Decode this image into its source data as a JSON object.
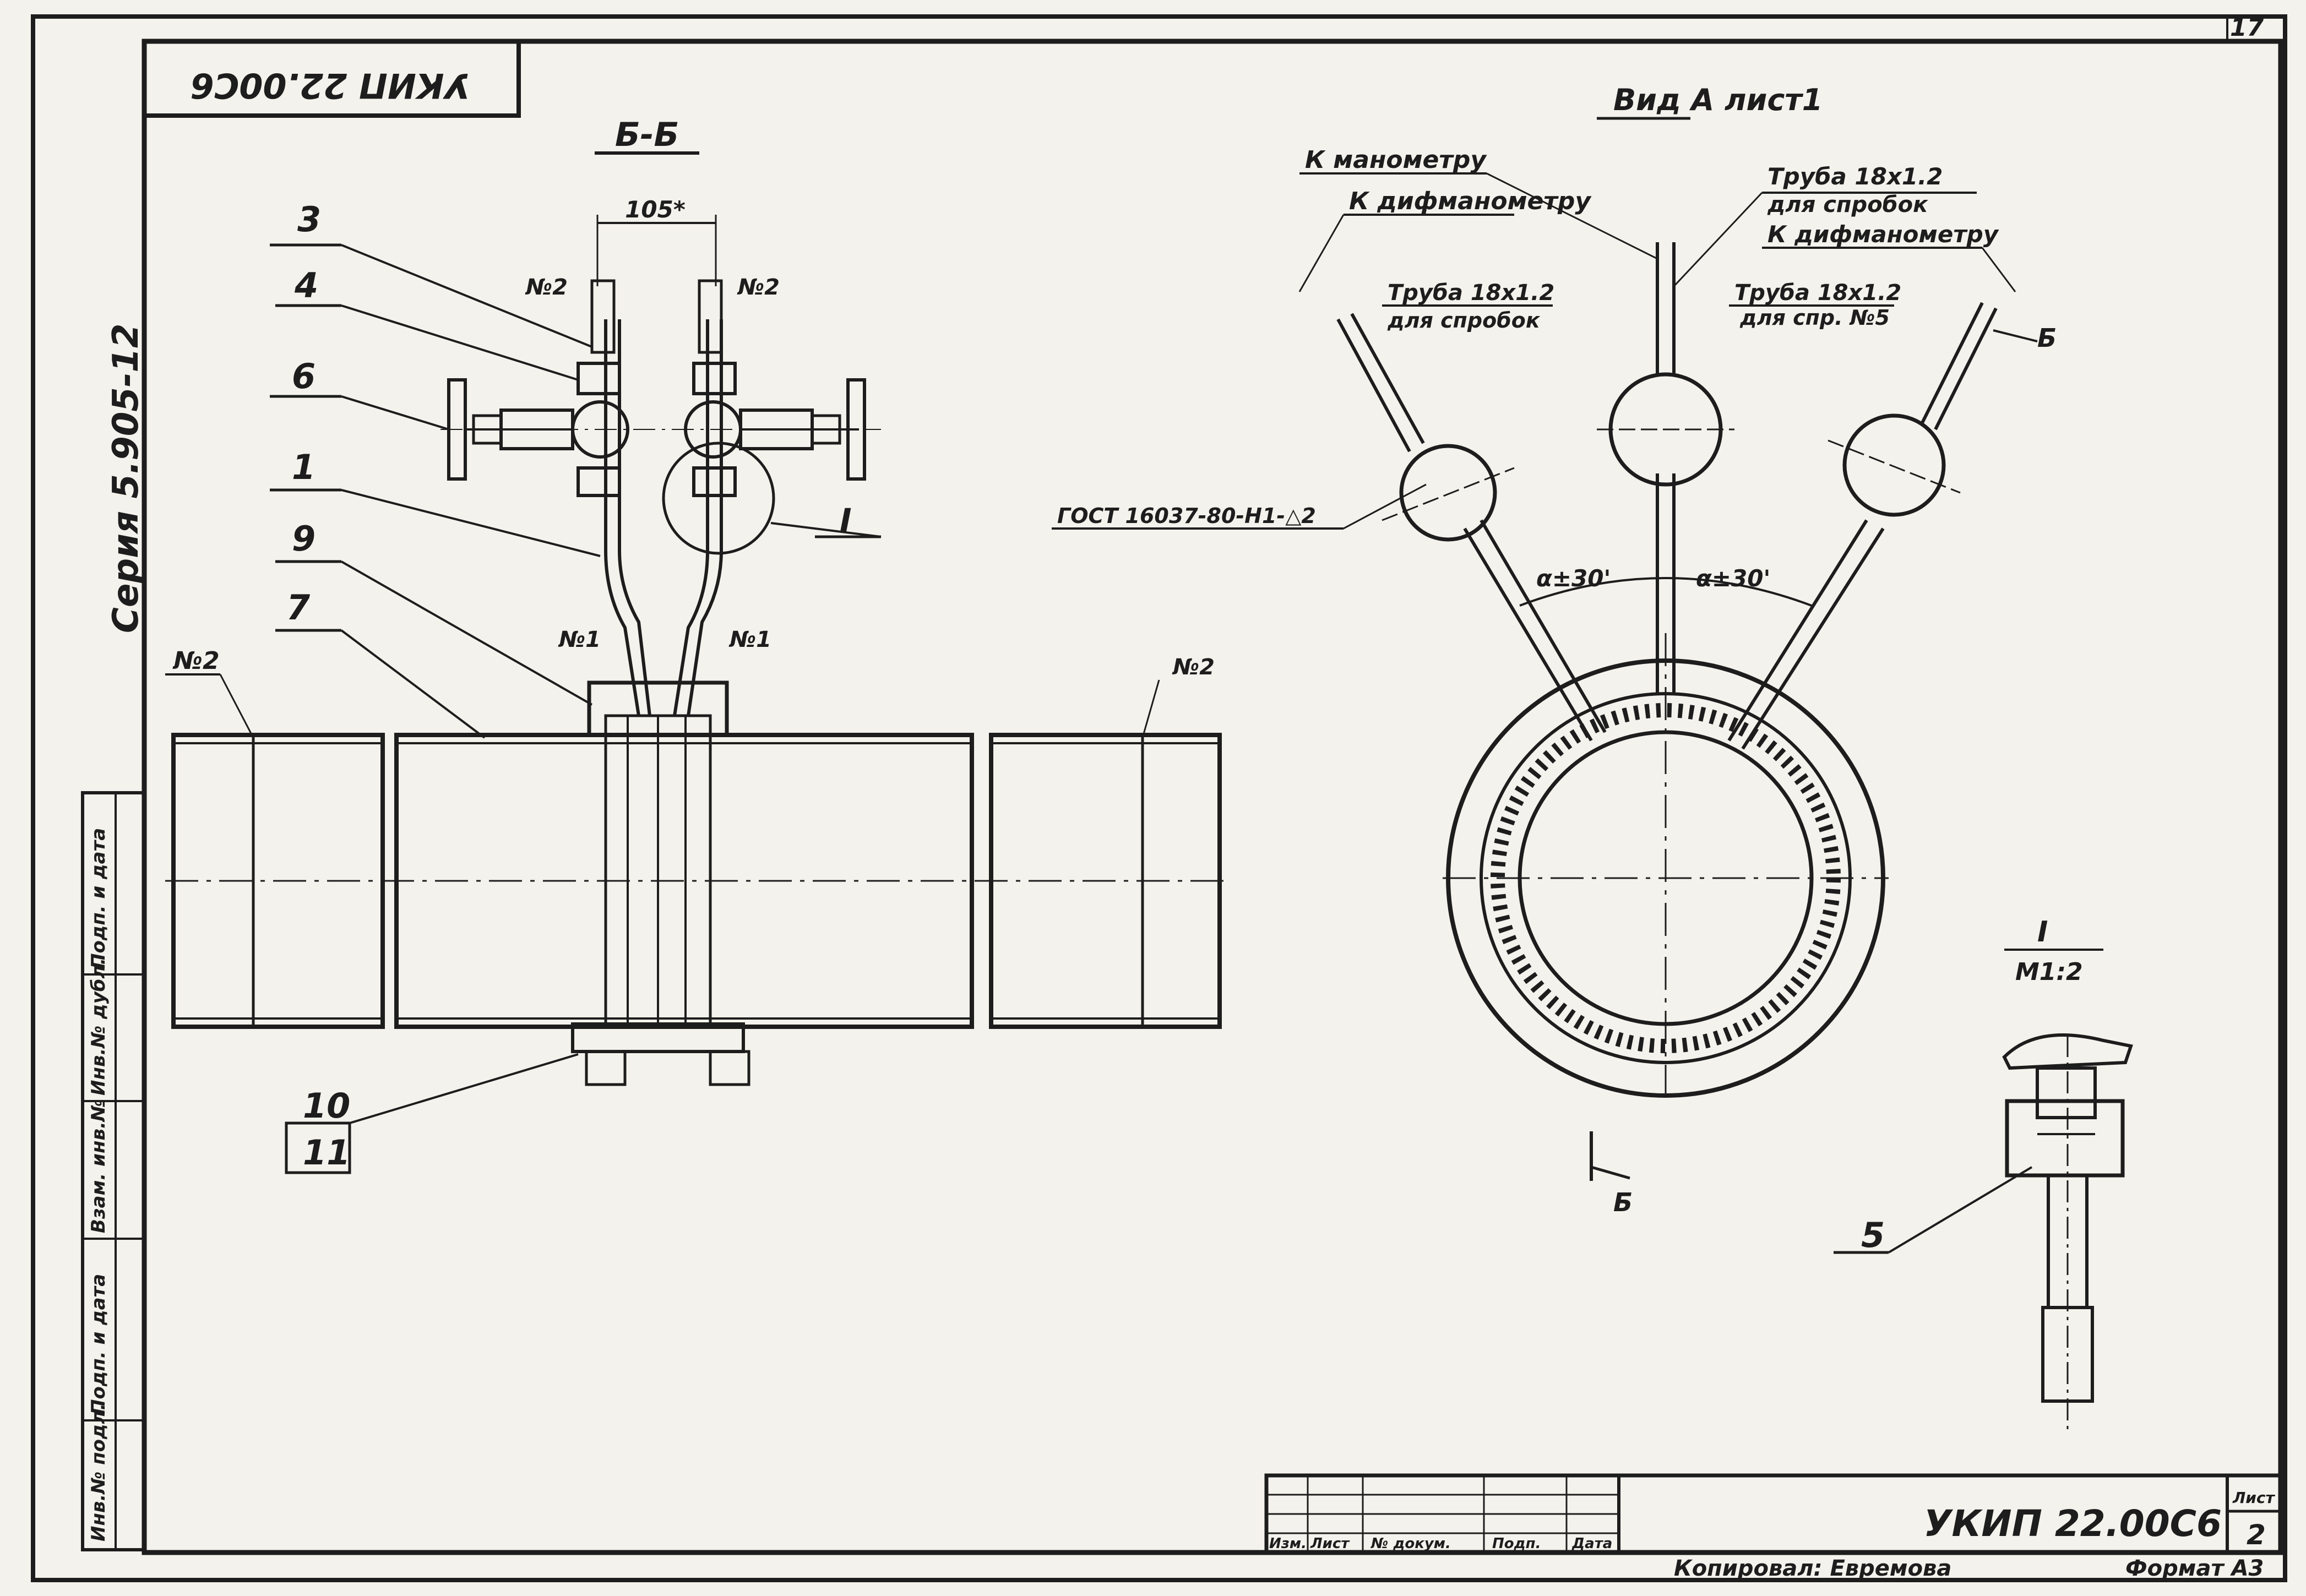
{
  "stamp": {
    "code_mirrored": "УКИП 22.00С6"
  },
  "series_label": "Серия 5.905-12",
  "section_title": "Б-Б",
  "dim_105": "105*",
  "callouts_left": [
    "3",
    "4",
    "6",
    "1",
    "9",
    "7"
  ],
  "callout_bottom": [
    "10",
    "11"
  ],
  "callout_I": "I",
  "pipe_marks": {
    "n2_left": "№2",
    "n2_top_left": "№2",
    "n2_top_right": "№2",
    "n1_left": "№1",
    "n1_right": "№1",
    "n2_right": "№2"
  },
  "view_title": "Вид А  лист1",
  "view_labels": {
    "to_manometer": "К манометру",
    "to_thermometer": "К дифманометру",
    "tube_center": "Труба 18х1.2",
    "tube_center_sub": "для спробок",
    "to_difmanometer_right": "К дифманометру",
    "tube_left": "Труба 18х1.2",
    "tube_left_sub": "для спробок",
    "tube_right": "Труба 18х1.2",
    "tube_right_sub": "для спр. №5",
    "weld_note": "ГОСТ 16037-80-Н1-△2",
    "weld_extra": "ГОСТ",
    "angle_left": "α±30'",
    "angle_right": "α±30'",
    "mark_B_right": "Б",
    "mark_B_bottom": "Б"
  },
  "detail": {
    "title": "I",
    "scale": "М1:2",
    "callout": "5"
  },
  "side_stamp": [
    "Инв.№ подл.",
    "Подп. и дата",
    "Взам. инв.№",
    "Инв.№ дубл.",
    "Подп. и дата"
  ],
  "title_block": {
    "code": "УКИП 22.00С6",
    "sheet_label": "Лист",
    "sheet_num": "2",
    "row_headers": [
      "Изм.",
      "Лист",
      "№ докум.",
      "Подп.",
      "Дата"
    ],
    "copied": "Копировал: Евремова",
    "format": "Формат А3"
  },
  "corner_num": "17"
}
